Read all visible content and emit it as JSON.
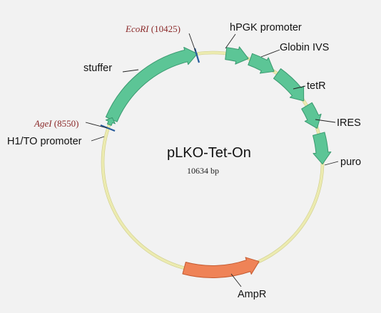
{
  "plasmid": {
    "name": "pLKO-Tet-On",
    "size_label": "10634 bp"
  },
  "colors": {
    "backbone": "#ecebb0",
    "backbone_edge": "#bdbb6e",
    "feature_green": "#5cc596",
    "feature_green_edge": "#3a9a70",
    "feature_orange": "#ef8357",
    "feature_orange_edge": "#c45a30",
    "site_mark": "#2a5d9c",
    "site_text": "#8b2a2a"
  },
  "features": [
    {
      "name": "hPGK promoter",
      "color": "feature_green"
    },
    {
      "name": "Globin IVS",
      "color": "feature_green"
    },
    {
      "name": "tetR",
      "color": "feature_green"
    },
    {
      "name": "IRES",
      "color": "feature_green"
    },
    {
      "name": "puro",
      "color": "feature_green"
    },
    {
      "name": "AmpR",
      "color": "feature_orange"
    },
    {
      "name": "stuffer",
      "color": "feature_green"
    },
    {
      "name": "H1/TO promoter",
      "color": "feature_green"
    }
  ],
  "sites": [
    {
      "enzyme": "EcoRI",
      "position": "(10425)"
    },
    {
      "enzyme": "AgeI",
      "position": "(8550)"
    }
  ]
}
